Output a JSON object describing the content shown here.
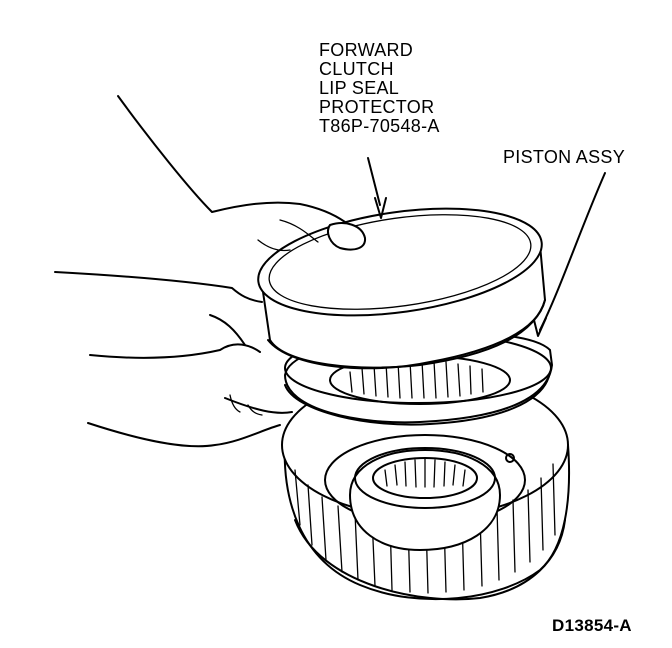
{
  "labels": {
    "tool": [
      "FORWARD",
      "CLUTCH",
      "LIP SEAL",
      "PROTECTOR",
      "T86P-70548-A"
    ],
    "piston": "PISTON ASSY",
    "figure_id": "D13854-A"
  },
  "colors": {
    "ink": "#000000",
    "paper": "#ffffff"
  }
}
